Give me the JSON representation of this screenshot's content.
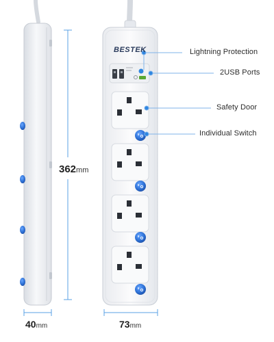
{
  "product": {
    "brand": "BESTEK"
  },
  "dimensions": {
    "height": {
      "value": "362",
      "unit": "mm"
    },
    "depth": {
      "value": "40",
      "unit": "mm"
    },
    "width": {
      "value": "73",
      "unit": "mm"
    }
  },
  "callouts": {
    "lightning_protection": "Lightning Protection",
    "usb_ports": "2USB Ports",
    "safety_door": "Safety Door",
    "individual_switch": "Individual Switch"
  },
  "colors": {
    "body": "#f4f5f7",
    "outline": "#c9ced6",
    "switch_blue": "#2f73d8",
    "dimension_line": "#5aa0e6",
    "callout_dot": "#2f86e0"
  }
}
